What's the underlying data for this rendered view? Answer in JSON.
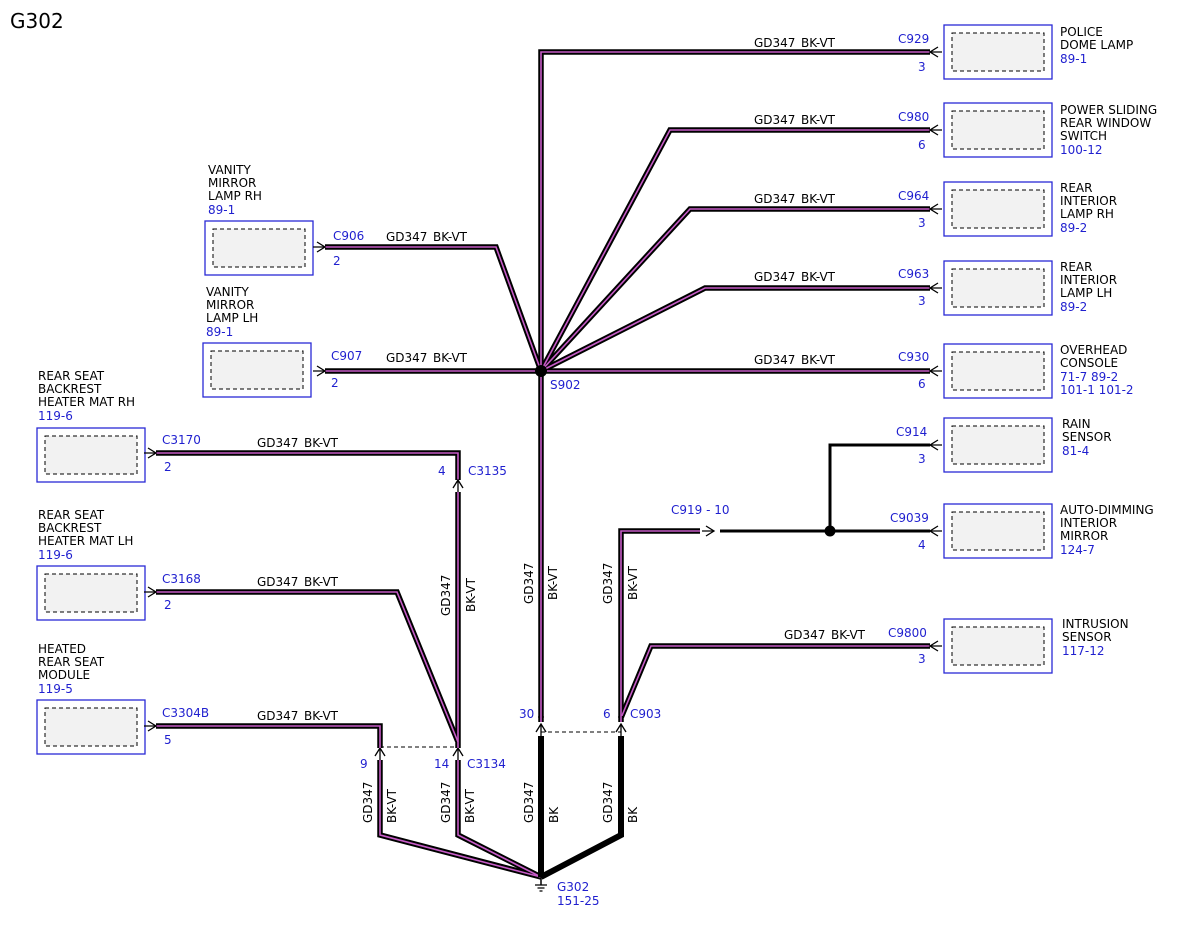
{
  "diagram": {
    "title": "G302",
    "wire_label": "GD347",
    "wire_color": "BK-VT",
    "ground_wire_color": "BK",
    "splice": {
      "id": "S902"
    },
    "ground": {
      "id": "G302",
      "ref": "151-25"
    },
    "inline_connector": {
      "id": "C919 - 10"
    },
    "inline_c3135": {
      "id": "C3135",
      "pin": "4"
    },
    "inline_c3134": {
      "id": "C3134",
      "pin_a": "9",
      "pin_b": "14"
    },
    "inline_c903": {
      "id": "C903",
      "pin_a": "30",
      "pin_b": "6"
    },
    "components_right": [
      {
        "connector": "C929",
        "pin": "3",
        "lines": [
          "POLICE",
          "DOME LAMP"
        ],
        "refs": [
          "89-1"
        ]
      },
      {
        "connector": "C980",
        "pin": "6",
        "lines": [
          "POWER SLIDING",
          "REAR WINDOW",
          "SWITCH"
        ],
        "refs": [
          "100-12"
        ]
      },
      {
        "connector": "C964",
        "pin": "3",
        "lines": [
          "REAR",
          "INTERIOR",
          "LAMP RH"
        ],
        "refs": [
          "89-2"
        ]
      },
      {
        "connector": "C963",
        "pin": "3",
        "lines": [
          "REAR",
          "INTERIOR",
          "LAMP LH"
        ],
        "refs": [
          "89-2"
        ]
      },
      {
        "connector": "C930",
        "pin": "6",
        "lines": [
          "OVERHEAD",
          "CONSOLE"
        ],
        "refs": [
          "71-7  89-2",
          "101-1 101-2"
        ]
      },
      {
        "connector": "C914",
        "pin": "3",
        "lines": [
          "RAIN",
          "SENSOR"
        ],
        "refs": [
          "81-4"
        ]
      },
      {
        "connector": "C9039",
        "pin": "4",
        "lines": [
          "AUTO-DIMMING",
          "INTERIOR",
          "MIRROR"
        ],
        "refs": [
          "124-7"
        ]
      },
      {
        "connector": "C9800",
        "pin": "3",
        "lines": [
          "INTRUSION",
          "SENSOR"
        ],
        "refs": [
          "117-12"
        ]
      }
    ],
    "components_left": [
      {
        "connector": "C906",
        "pin": "2",
        "lines": [
          "VANITY",
          "MIRROR",
          "LAMP RH"
        ],
        "refs": [
          "89-1"
        ]
      },
      {
        "connector": "C907",
        "pin": "2",
        "lines": [
          "VANITY",
          "MIRROR",
          "LAMP LH"
        ],
        "refs": [
          "89-1"
        ]
      },
      {
        "connector": "C3170",
        "pin": "2",
        "lines": [
          "REAR SEAT",
          "BACKREST",
          "HEATER MAT RH"
        ],
        "refs": [
          "119-6"
        ]
      },
      {
        "connector": "C3168",
        "pin": "2",
        "lines": [
          "REAR SEAT",
          "BACKREST",
          "HEATER MAT LH"
        ],
        "refs": [
          "119-6"
        ]
      },
      {
        "connector": "C3304B",
        "pin": "5",
        "lines": [
          "HEATED",
          "REAR SEAT",
          "MODULE"
        ],
        "refs": [
          "119-5"
        ]
      }
    ],
    "colors": {
      "wire_stripe": "#c65bc6",
      "connector_text": "#1f1fcf",
      "box_border": "#2a2ad6"
    }
  }
}
